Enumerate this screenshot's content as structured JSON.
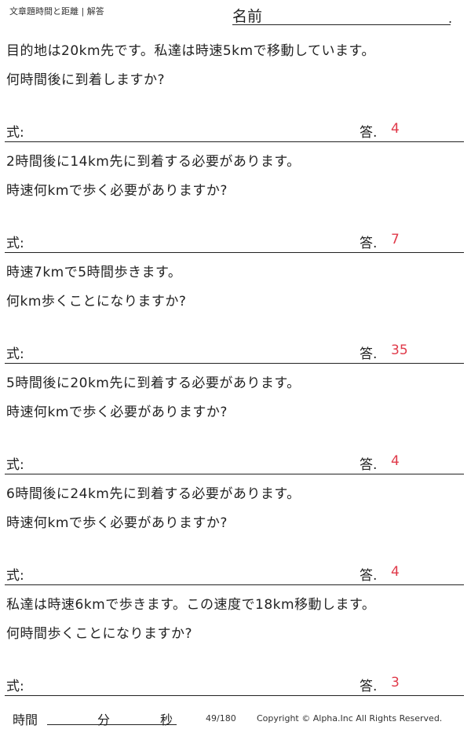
{
  "header": {
    "title": "文章題時間と距離 | 解答",
    "name_label": "名前",
    "name_dot": "."
  },
  "problems": [
    {
      "q1": "目的地は20km先です。私達は時速5kmで移動しています。",
      "q2": "何時間後に到着しますか?",
      "shiki": "式:",
      "kotae": "答.",
      "answer": "4"
    },
    {
      "q1": "2時間後に14km先に到着する必要があります。",
      "q2": "時速何kmで歩く必要がありますか?",
      "shiki": "式:",
      "kotae": "答.",
      "answer": "7"
    },
    {
      "q1": "時速7kmで5時間歩きます。",
      "q2": "何km歩くことになりますか?",
      "shiki": "式:",
      "kotae": "答.",
      "answer": "35"
    },
    {
      "q1": "5時間後に20km先に到着する必要があります。",
      "q2": "時速何kmで歩く必要がありますか?",
      "shiki": "式:",
      "kotae": "答.",
      "answer": "4"
    },
    {
      "q1": "6時間後に24km先に到着する必要があります。",
      "q2": "時速何kmで歩く必要がありますか?",
      "shiki": "式:",
      "kotae": "答.",
      "answer": "4"
    },
    {
      "q1": "私達は時速6kmで歩きます。この速度で18km移動します。",
      "q2": "何時間歩くことになりますか?",
      "shiki": "式:",
      "kotae": "答.",
      "answer": "3"
    }
  ],
  "footer": {
    "time_label": "時間",
    "minutes_label": "分",
    "seconds_label": "秒",
    "page": "49/180",
    "copyright": "Copyright ©  Alpha.Inc All Rights Reserved."
  },
  "colors": {
    "answer": "#e03a4a"
  }
}
